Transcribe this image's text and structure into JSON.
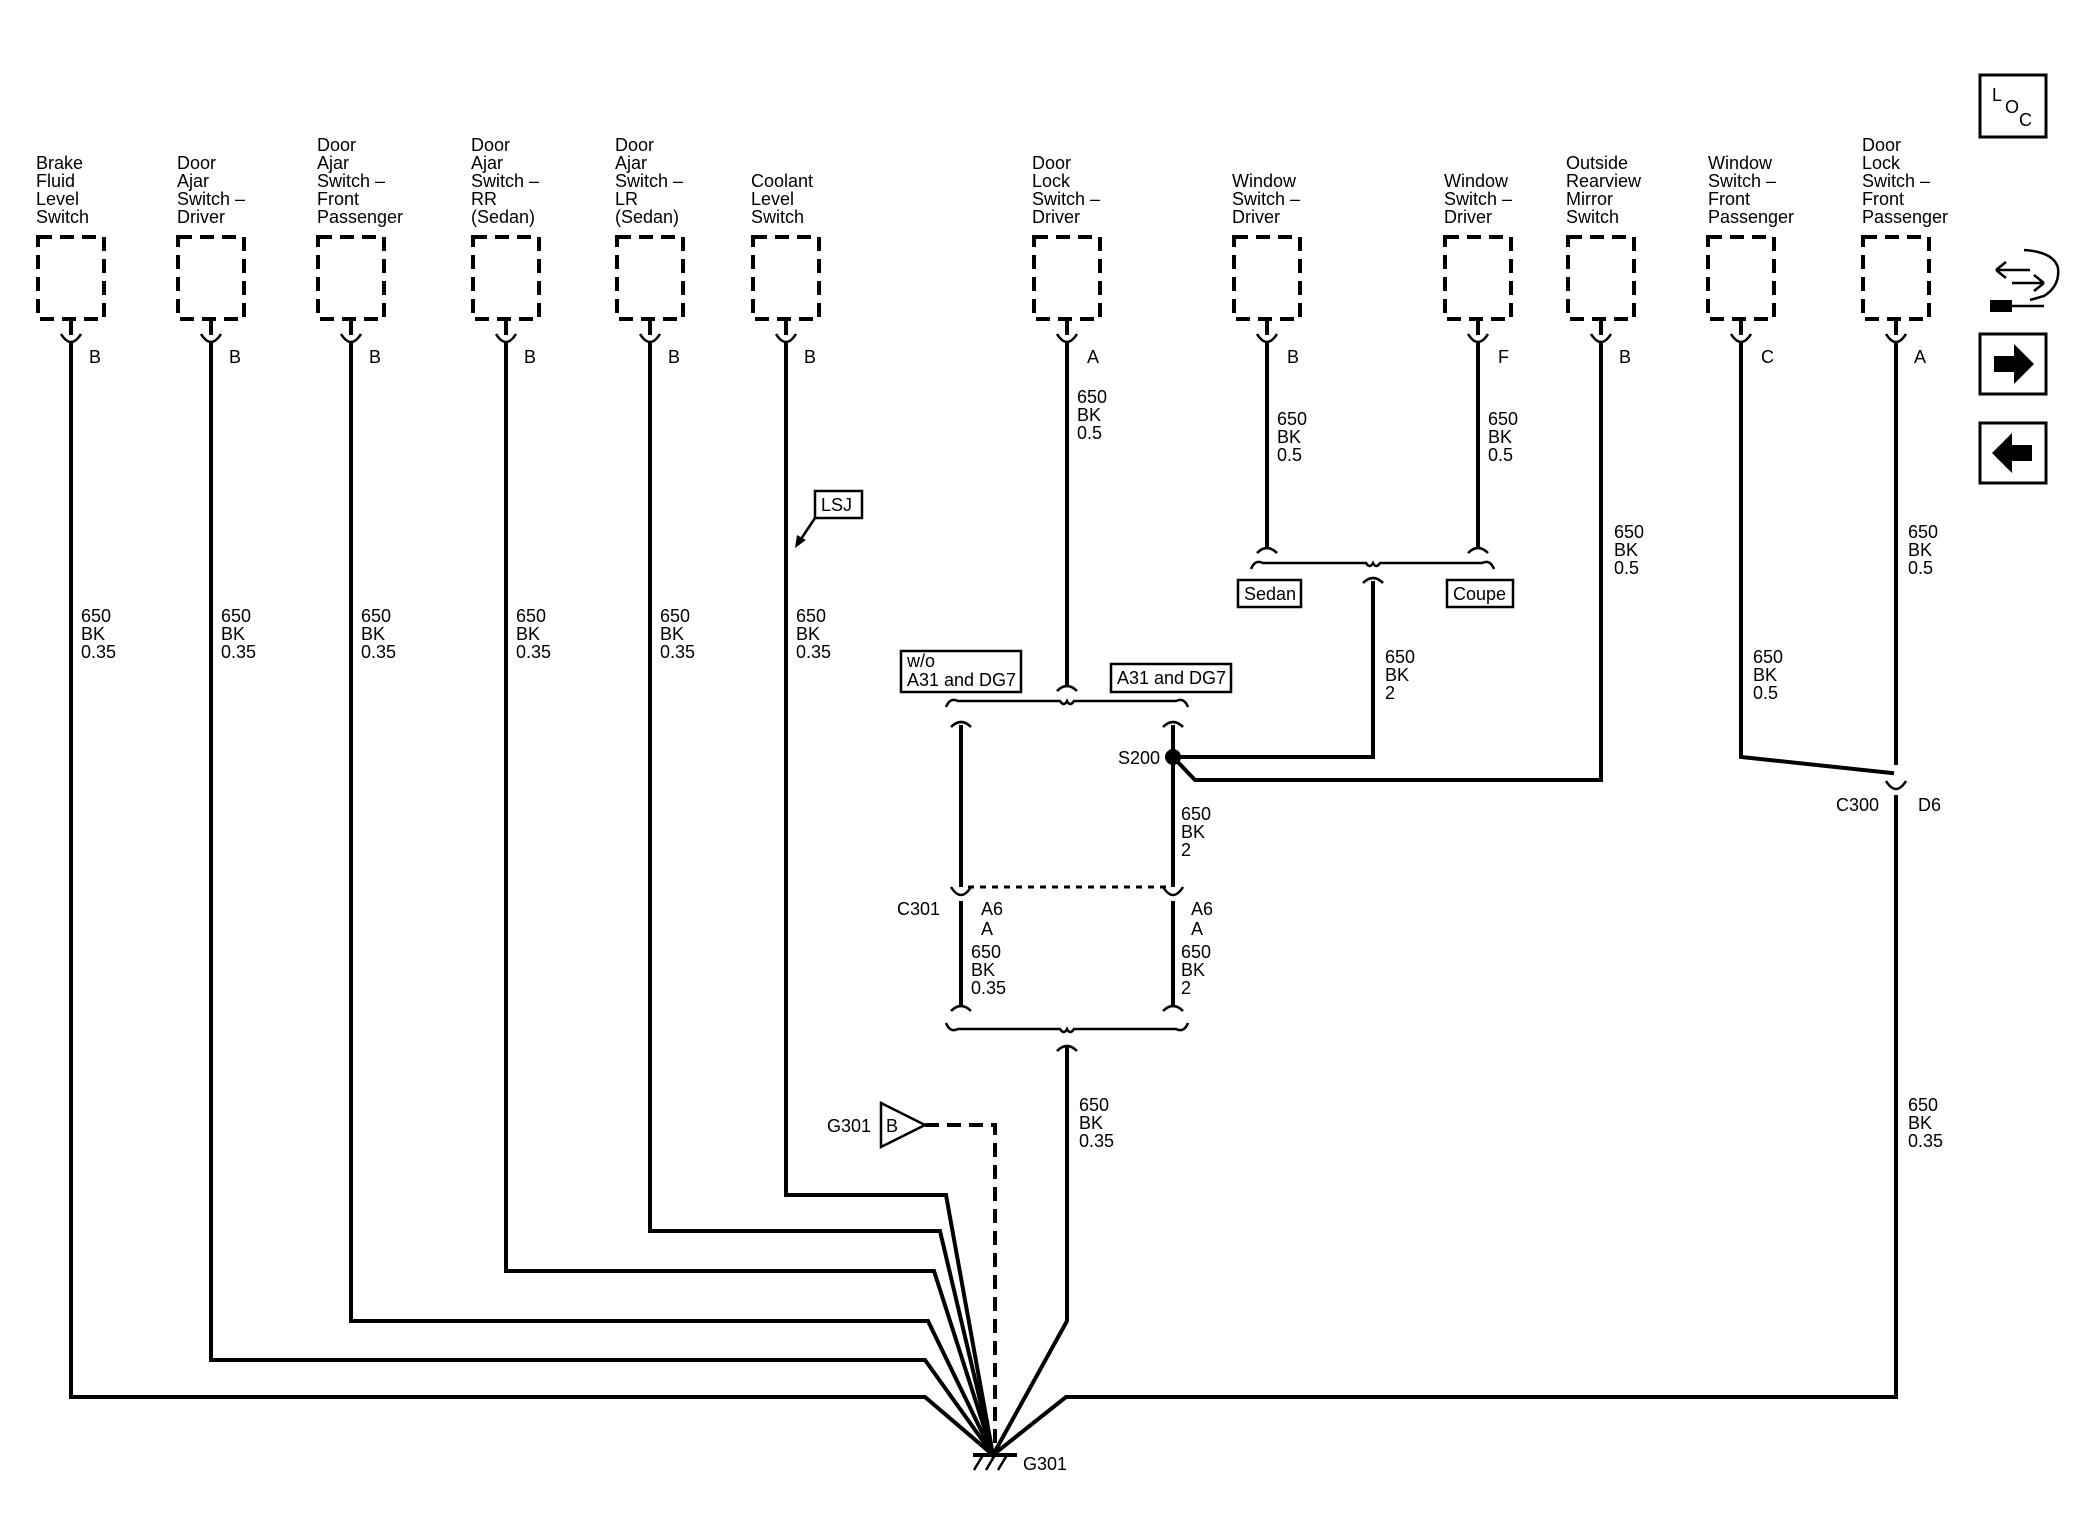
{
  "components": [
    {
      "label": [
        "Brake",
        "Fluid",
        "Level",
        "Switch"
      ],
      "pin": "B",
      "circuit": [
        "650",
        "BK",
        "0.35"
      ]
    },
    {
      "label": [
        "Door",
        "Ajar",
        "Switch –",
        "Driver"
      ],
      "pin": "B",
      "circuit": [
        "650",
        "BK",
        "0.35"
      ]
    },
    {
      "label": [
        "Door",
        "Ajar",
        "Switch –",
        "Front",
        "Passenger"
      ],
      "pin": "B",
      "circuit": [
        "650",
        "BK",
        "0.35"
      ]
    },
    {
      "label": [
        "Door",
        "Ajar",
        "Switch –",
        "RR",
        "(Sedan)"
      ],
      "pin": "B",
      "circuit": [
        "650",
        "BK",
        "0.35"
      ]
    },
    {
      "label": [
        "Door",
        "Ajar",
        "Switch –",
        "LR",
        "(Sedan)"
      ],
      "pin": "B",
      "circuit": [
        "650",
        "BK",
        "0.35"
      ]
    },
    {
      "label": [
        "Coolant",
        "Level",
        "Switch"
      ],
      "pin": "B",
      "circuit": [
        "650",
        "BK",
        "0.35"
      ]
    },
    {
      "label": [
        "Door",
        "Lock",
        "Switch –",
        "Driver"
      ],
      "pin": "A",
      "circuit": [
        "650",
        "BK",
        "0.5"
      ]
    },
    {
      "label": [
        "Window",
        "Switch –",
        "Driver"
      ],
      "pin": "B",
      "circuit": [
        "650",
        "BK",
        "0.5"
      ]
    },
    {
      "label": [
        "Window",
        "Switch –",
        "Driver"
      ],
      "pin": "F",
      "circuit": [
        "650",
        "BK",
        "0.5"
      ]
    },
    {
      "label": [
        "Outside",
        "Rearview",
        "Mirror",
        "Switch"
      ],
      "pin": "B",
      "circuit": [
        "650",
        "BK",
        "0.5"
      ]
    },
    {
      "label": [
        "Window",
        "Switch –",
        "Front",
        "Passenger"
      ],
      "pin": "C",
      "circuit": [
        "650",
        "BK",
        "0.5"
      ]
    },
    {
      "label": [
        "Door",
        "Lock",
        "Switch –",
        "Front",
        "Passenger"
      ],
      "pin": "A",
      "circuit": [
        "650",
        "BK",
        "0.5"
      ]
    }
  ],
  "options": {
    "lsj": "LSJ",
    "sedan": "Sedan",
    "coupe": "Coupe",
    "without_a31": [
      "w/o",
      "A31 and DG7"
    ],
    "with_a31": "A31 and DG7"
  },
  "splice": {
    "name": "S200",
    "circuit_from_option": [
      "650",
      "BK",
      "2"
    ],
    "circuit_down": [
      "650",
      "BK",
      "2"
    ]
  },
  "c301": {
    "name": "C301",
    "left": {
      "pins": [
        "A6",
        "A"
      ],
      "circuit": [
        "650",
        "BK",
        "0.35"
      ]
    },
    "right": {
      "pins": [
        "A6",
        "A"
      ],
      "circuit": [
        "650",
        "BK",
        "2"
      ]
    },
    "circuit_below": [
      "650",
      "BK",
      "0.35"
    ]
  },
  "c300": {
    "name": "C300",
    "pin": "D6",
    "circuit_below": [
      "650",
      "BK",
      "0.35"
    ]
  },
  "ground": {
    "name": "G301",
    "pin": "B"
  },
  "nav": {
    "loc": [
      "L",
      "O",
      "C"
    ],
    "icons": [
      "harness-icon",
      "arrow-right-icon",
      "arrow-left-icon"
    ]
  }
}
